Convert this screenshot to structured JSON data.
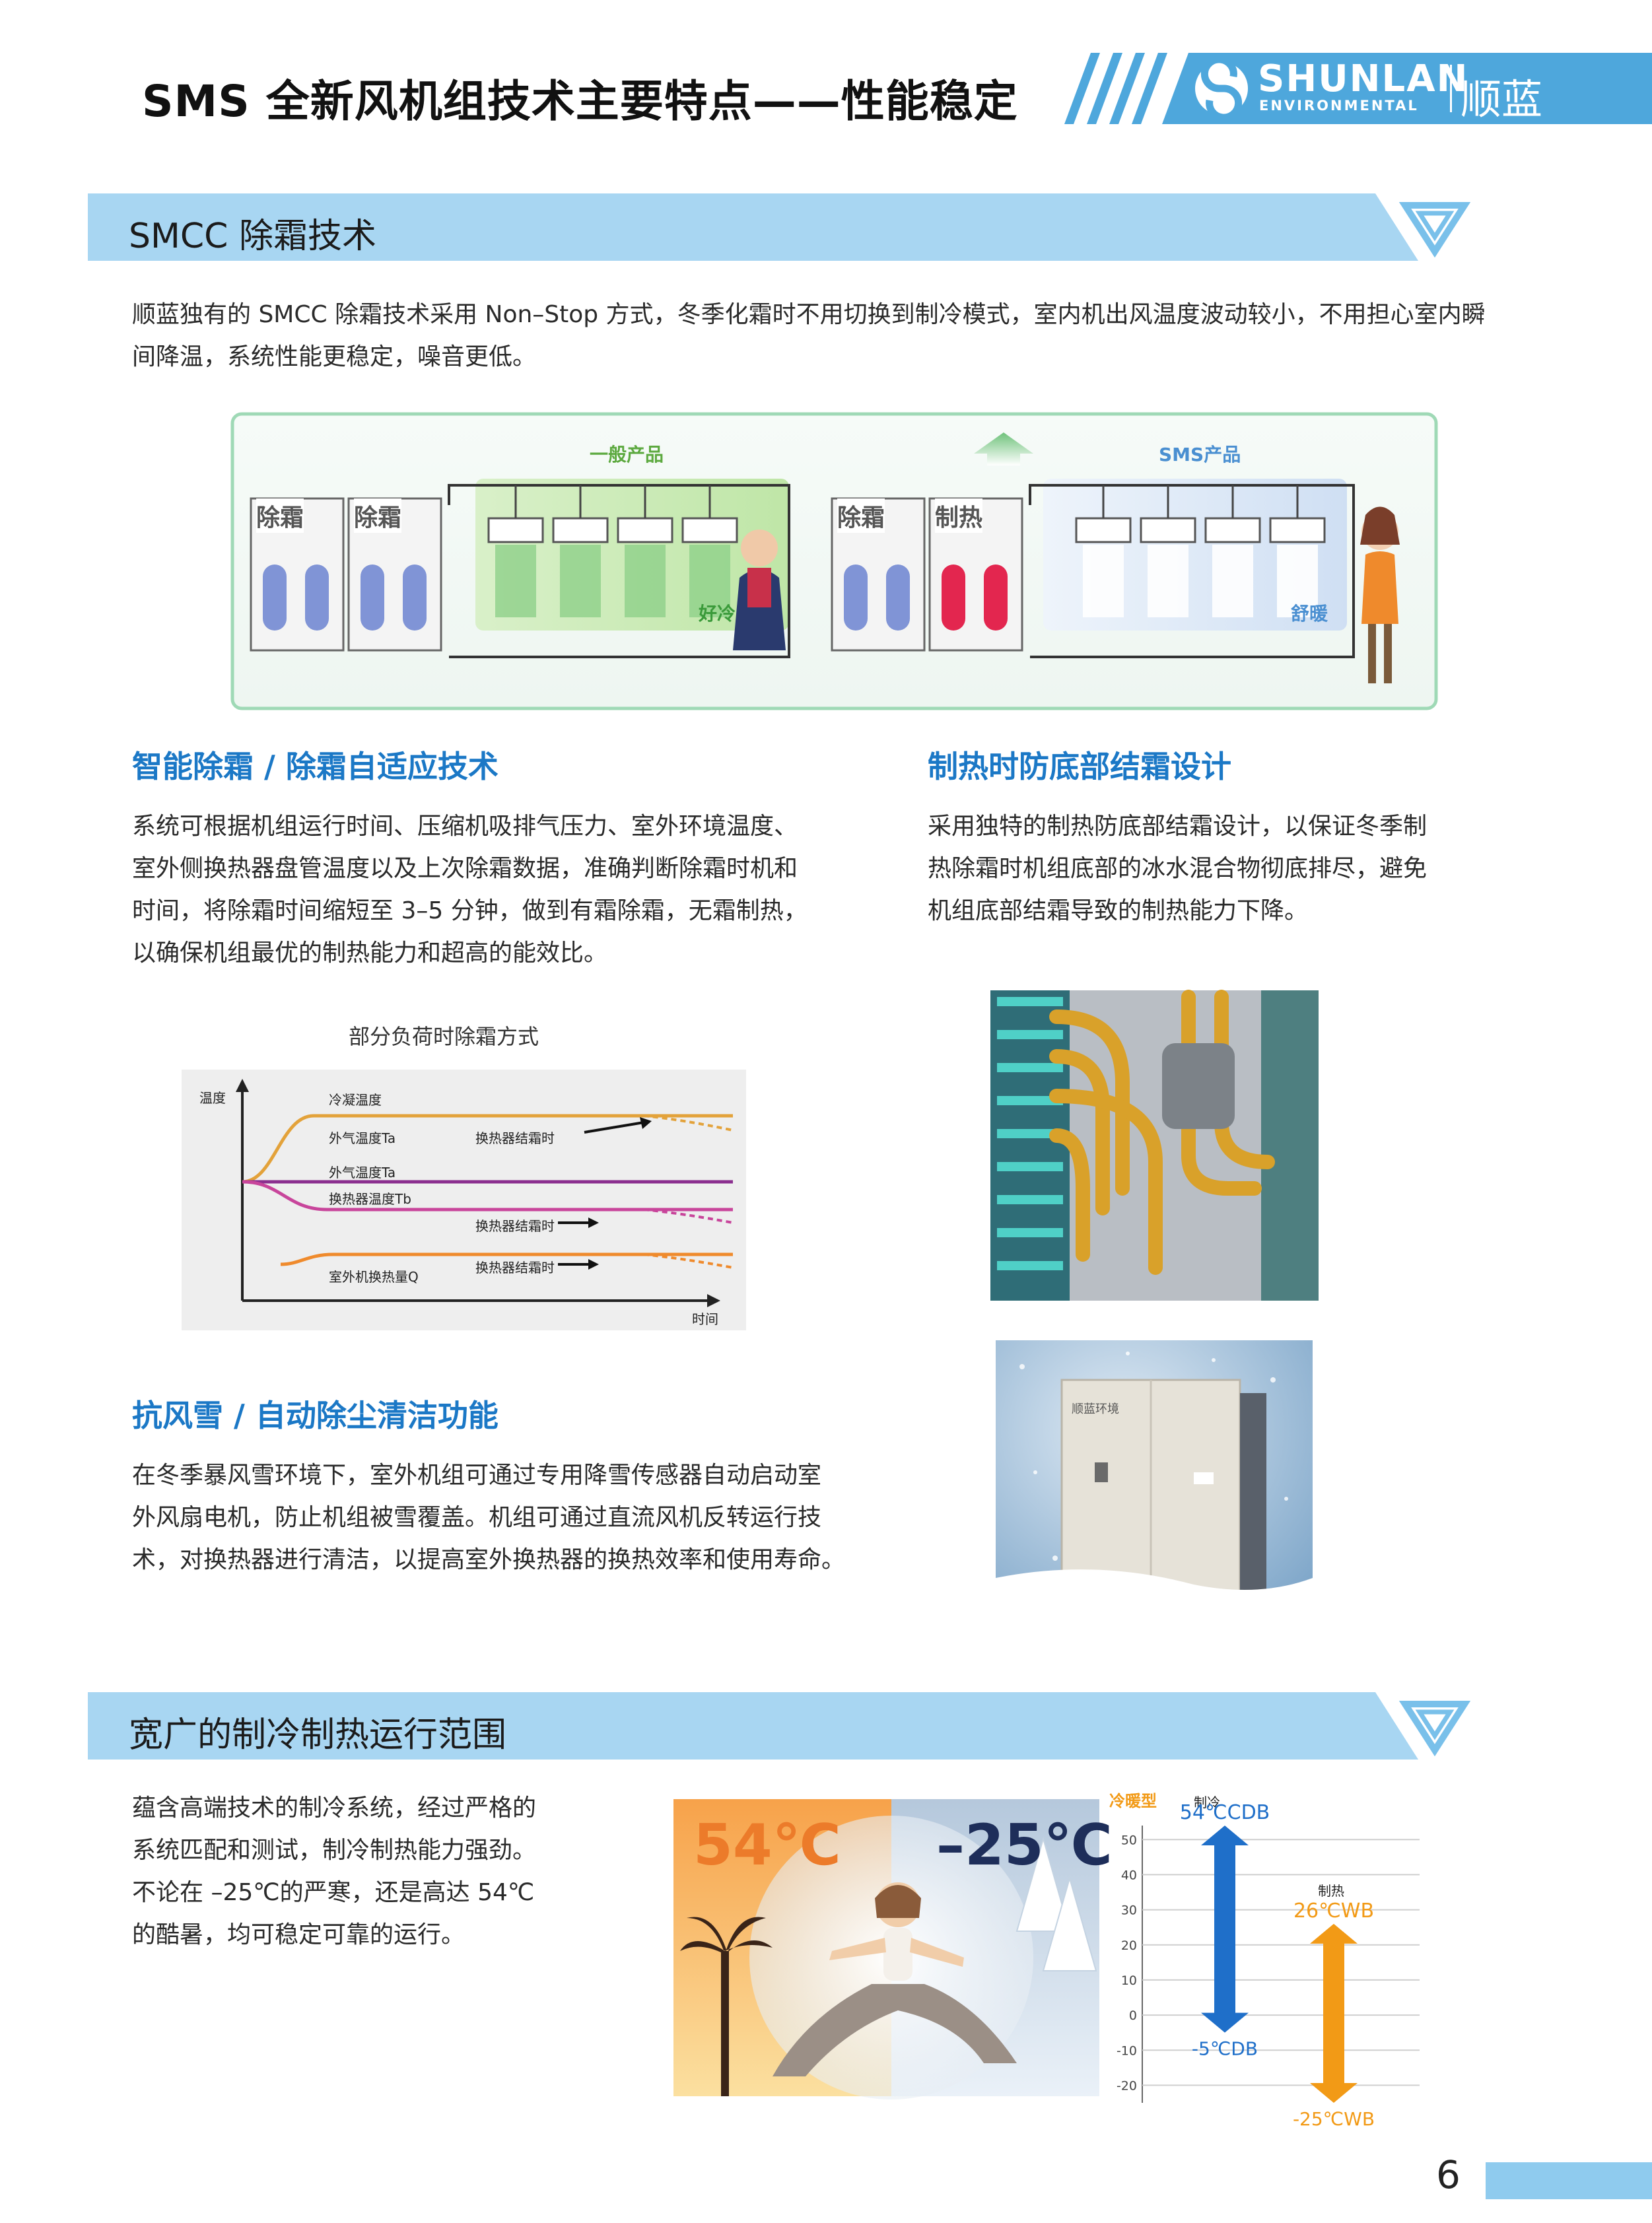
{
  "header": {
    "title": "SMS 全新风机组技术主要特点——性能稳定",
    "logo_text": "SHUNLAN",
    "logo_sub": "ENVIRONMENTAL",
    "logo_cn": "顺蓝"
  },
  "section1": {
    "title": "SMCC 除霜技术",
    "intro": [
      "顺蓝独有的 SMCC 除霜技术采用 Non–Stop 方式，冬季化霜时不用切换到制冷模式，室内机出风温度波动较小，不用担心室内瞬",
      "间降温，系统性能更稳定，噪音更低。"
    ],
    "diagram": {
      "left_label": "一般产品",
      "right_label": "SMS产品",
      "units_left": [
        "除霜",
        "除霜"
      ],
      "units_right": [
        "除霜",
        "制热"
      ],
      "tag_cold": "好冷",
      "tag_warm": "舒暖"
    }
  },
  "smart_defrost": {
    "title": "智能除霜 / 除霜自适应技术",
    "body": [
      "系统可根据机组运行时间、压缩机吸排气压力、室外环境温度、",
      "室外侧换热器盘管温度以及上次除霜数据，准确判断除霜时机和",
      "时间，将除霜时间缩短至 3–5 分钟，做到有霜除霜，无霜制热，",
      "以确保机组最优的制热能力和超高的能效比。"
    ]
  },
  "anti_bottom": {
    "title": "制热时防底部结霜设计",
    "body": [
      "采用独特的制热防底部结霜设计，以保证冬季制",
      "热除霜时机组底部的冰水混合物彻底排尽，避免",
      "机组底部结霜导致的制热能力下降。"
    ]
  },
  "chart1": {
    "caption": "部分负荷时除霜方式",
    "y_axis": "温度",
    "x_axis": "时间",
    "labels": {
      "cond": "冷凝温度",
      "ta1": "外气温度Ta",
      "ta2": "外气温度Ta",
      "tb": "换热器温度Tb",
      "q": "室外机换热量Q",
      "frost1": "换热器结霜时",
      "frost2": "换热器结霜时",
      "frost3": "换热器结霜时"
    },
    "colors": {
      "cond": "#e3a23a",
      "ta": "#8b2f8f",
      "tb": "#c8459b",
      "q": "#ef8a2c"
    }
  },
  "anti_snow": {
    "title": "抗风雪 / 自动除尘清洁功能",
    "body": [
      "在冬季暴风雪环境下，室外机组可通过专用降雪传感器自动启动室",
      "外风扇电机，防止机组被雪覆盖。机组可通过直流风机反转运行技",
      "术，对换热器进行清洁，以提高室外换热器的换热效率和使用寿命。"
    ],
    "unit_brand": "顺蓝环境"
  },
  "section2": {
    "title": "宽广的制冷制热运行范围",
    "body": [
      "蕴含高端技术的制冷系统，经过严格的",
      "系统匹配和测试，制冷制热能力强劲。",
      "不论在 –25℃的严寒，还是高达 54℃",
      "的酷暑，均可稳定可靠的运行。"
    ],
    "hot_temp": "54℃",
    "cold_temp": "–25℃"
  },
  "chart_data": {
    "type": "bar",
    "title": "冷暖型",
    "categories": [
      "制冷",
      "制热"
    ],
    "series": [
      {
        "name": "制冷",
        "range": [
          -5,
          54
        ],
        "top_label": "54℃CDB",
        "bottom_label": "-5℃DB",
        "color": "#1f6fc9"
      },
      {
        "name": "制热",
        "range": [
          -25,
          26
        ],
        "top_label": "26℃WB",
        "bottom_label": "-25℃WB",
        "color": "#f29a16"
      }
    ],
    "y_ticks": [
      "50",
      "40",
      "30",
      "20",
      "10",
      "0",
      "-10",
      "-20"
    ],
    "ylim": [
      -25,
      54
    ],
    "grid": true
  },
  "footer": {
    "page_number": "6"
  }
}
